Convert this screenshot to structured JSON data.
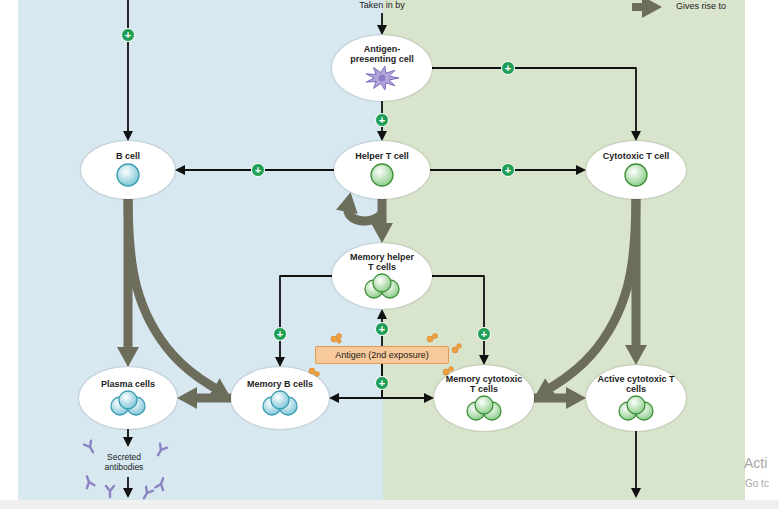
{
  "diagram": {
    "nodes": [
      {
        "text": [
          "Antigen-presenting cell"
        ]
      },
      {
        "text": [
          "B cell"
        ]
      },
      {
        "text": [
          "Helper T cell"
        ]
      },
      {
        "text": [
          "Cytotoxic T cell"
        ]
      },
      {
        "text": [
          "Memory helper T cells"
        ]
      },
      {
        "text": [
          "Antigen (2nd exposure)"
        ]
      },
      {
        "text": [
          "Plasma cells"
        ]
      },
      {
        "text": [
          "Memory B cells"
        ]
      },
      {
        "text": [
          "Memory cytotoxic T cells"
        ]
      },
      {
        "text": [
          "Active cytotoxic T cells"
        ]
      }
    ],
    "edges": [
      {
        "from": 0,
        "to": 2,
        "label": "+",
        "arrow": "to"
      },
      {
        "from": 0,
        "to": 3,
        "label": "+",
        "arrow": "to"
      },
      {
        "from": 2,
        "to": 1,
        "label": "+",
        "arrow": "to"
      },
      {
        "from": 2,
        "to": 3,
        "label": "+",
        "arrow": "to"
      },
      {
        "from": 2,
        "to": 4,
        "arrow": "to"
      },
      {
        "from": 1,
        "to": 6,
        "arrow": "to"
      },
      {
        "from": 1,
        "to": 7,
        "arrow": "to"
      },
      {
        "from": 3,
        "to": 8,
        "arrow": "to"
      },
      {
        "from": 3,
        "to": 9,
        "arrow": "to"
      },
      {
        "from": 7,
        "to": 6,
        "arrow": "to"
      },
      {
        "from": 8,
        "to": 9,
        "arrow": "to"
      },
      {
        "from": 4,
        "to": 7,
        "label": "+",
        "arrow": "to"
      },
      {
        "from": 4,
        "to": 8,
        "label": "+",
        "arrow": "to"
      },
      {
        "from": 5,
        "to": 4,
        "label": "+",
        "arrow": "to"
      },
      {
        "from": 5,
        "to": 7,
        "label": "+",
        "arrow": "to"
      },
      {
        "from": 5,
        "to": 8,
        "arrow": "to"
      }
    ],
    "labels": [
      "Taken in by",
      "+",
      "Secreted antibodies",
      "Acti",
      "Go tc"
    ],
    "legend": [
      {
        "text": "Gives rise to"
      }
    ]
  }
}
